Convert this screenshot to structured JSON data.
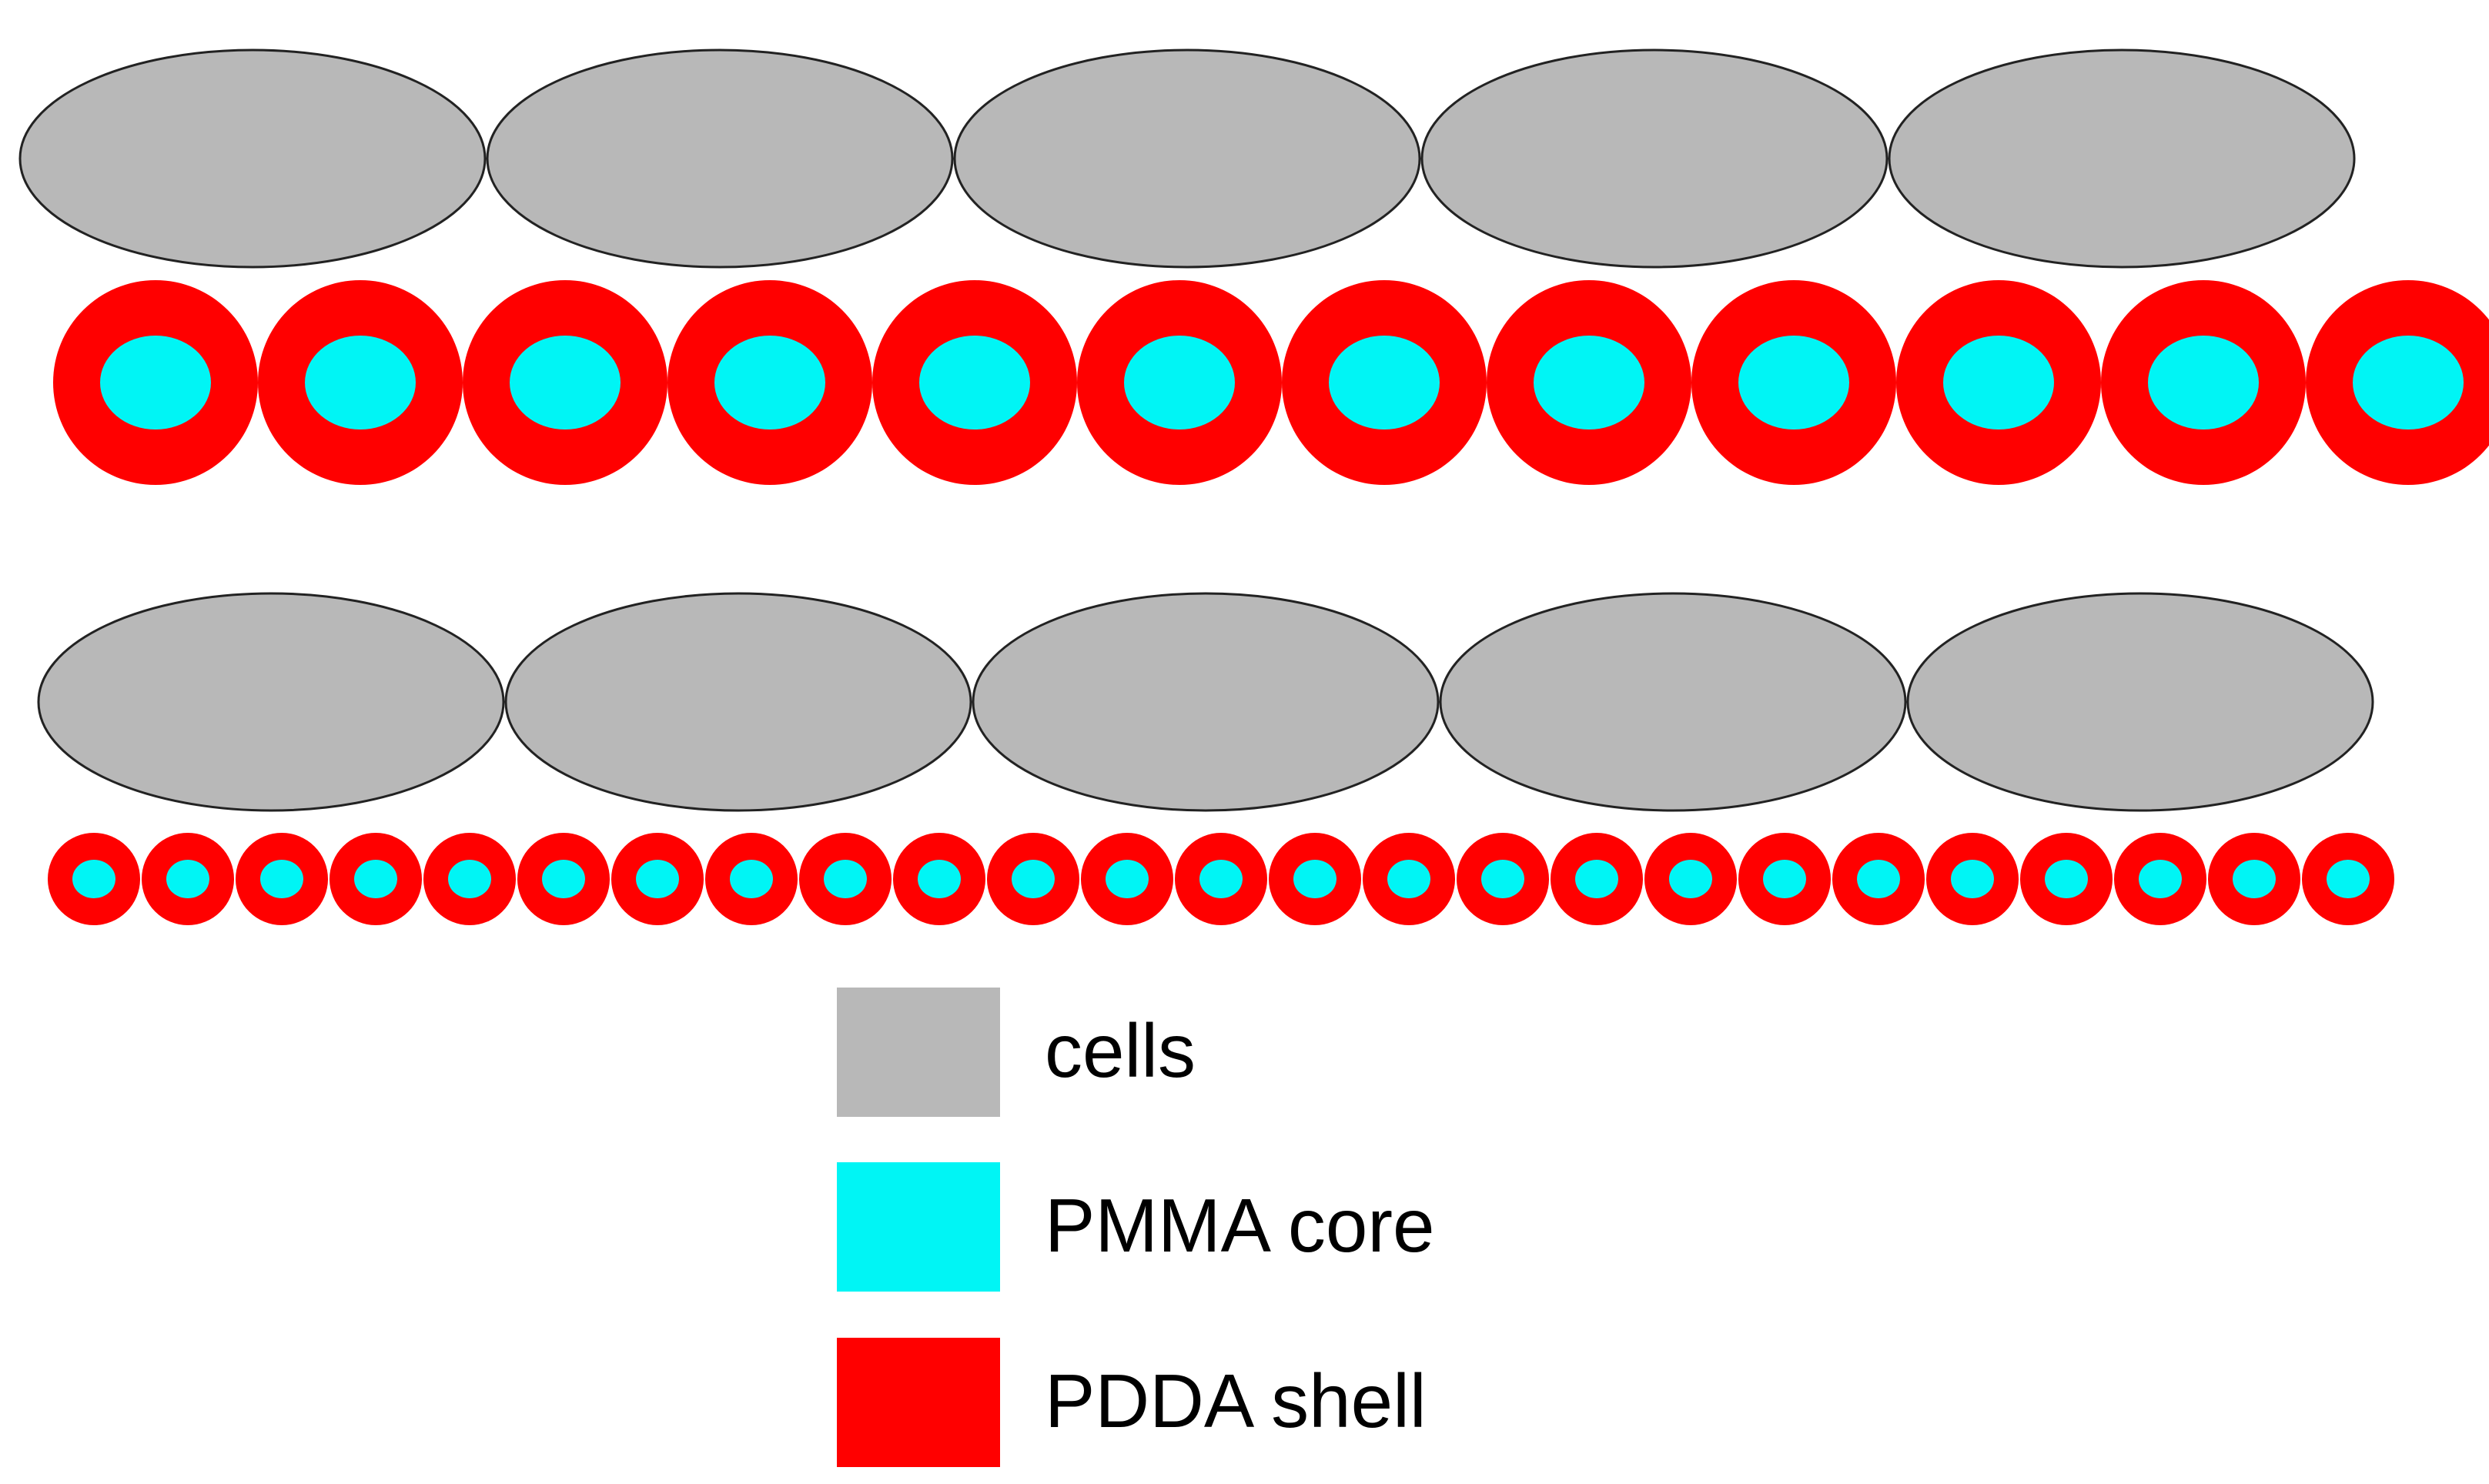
{
  "colors": {
    "cell_fill": "#b8b8b8",
    "cell_stroke": "#222222",
    "core_fill": "#00f5f5",
    "shell_fill": "#ff0000"
  },
  "rows": [
    {
      "cells": 5,
      "particles": 12
    },
    {
      "cells": 5,
      "particles": 25
    }
  ],
  "legend": {
    "items": [
      {
        "label": "cells",
        "color": "#b8b8b8"
      },
      {
        "label": "PMMA core",
        "color": "#00f5f5"
      },
      {
        "label": "PDDA shell",
        "color": "#ff0000"
      }
    ]
  }
}
